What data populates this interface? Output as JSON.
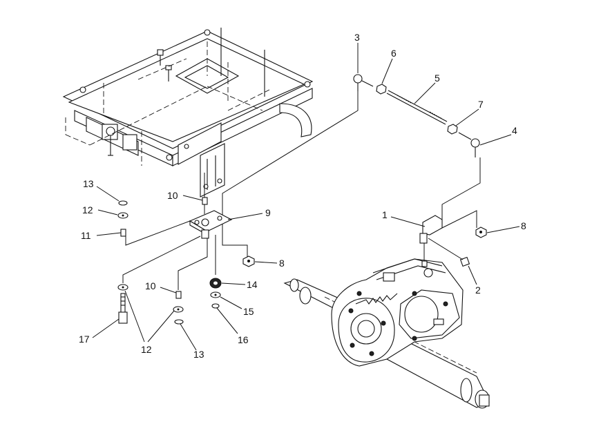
{
  "callouts": [
    {
      "id": "c1",
      "label": "1"
    },
    {
      "id": "c2",
      "label": "2"
    },
    {
      "id": "c3",
      "label": "3"
    },
    {
      "id": "c4",
      "label": "4"
    },
    {
      "id": "c5",
      "label": "5"
    },
    {
      "id": "c6",
      "label": "6"
    },
    {
      "id": "c7",
      "label": "7"
    },
    {
      "id": "c8a",
      "label": "8"
    },
    {
      "id": "c8b",
      "label": "8"
    },
    {
      "id": "c9",
      "label": "9"
    },
    {
      "id": "c10a",
      "label": "10"
    },
    {
      "id": "c10b",
      "label": "10"
    },
    {
      "id": "c11",
      "label": "11"
    },
    {
      "id": "c12a",
      "label": "12"
    },
    {
      "id": "c12b",
      "label": "12"
    },
    {
      "id": "c13a",
      "label": "13"
    },
    {
      "id": "c13b",
      "label": "13"
    },
    {
      "id": "c14",
      "label": "14"
    },
    {
      "id": "c15",
      "label": "15"
    },
    {
      "id": "c16",
      "label": "16"
    },
    {
      "id": "c17",
      "label": "17"
    }
  ]
}
